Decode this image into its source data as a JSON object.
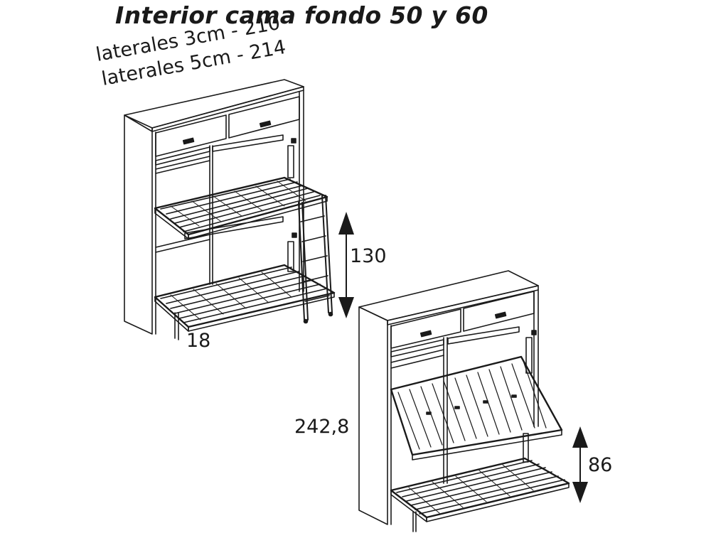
{
  "title": "Interior cama fondo 50 y 60",
  "notes": {
    "lateral_3cm": "laterales 3cm - 210",
    "lateral_5cm": "laterales 5cm - 214"
  },
  "dimensions": {
    "bunk_spacing": "130",
    "leg_offset": "18",
    "cabinet_height": "242,8",
    "lower_bed_height": "86"
  },
  "figures": [
    {
      "name": "bunk-bed-cabinet-open",
      "description": "Two-tier fold-down bunk bed with ladder, both beds open"
    },
    {
      "name": "bunk-bed-cabinet-folding",
      "description": "Two-tier fold-down bunk bed, upper bed tilting, lower bed open"
    }
  ],
  "colors": {
    "line": "#1a1a1a",
    "background": "#ffffff"
  }
}
